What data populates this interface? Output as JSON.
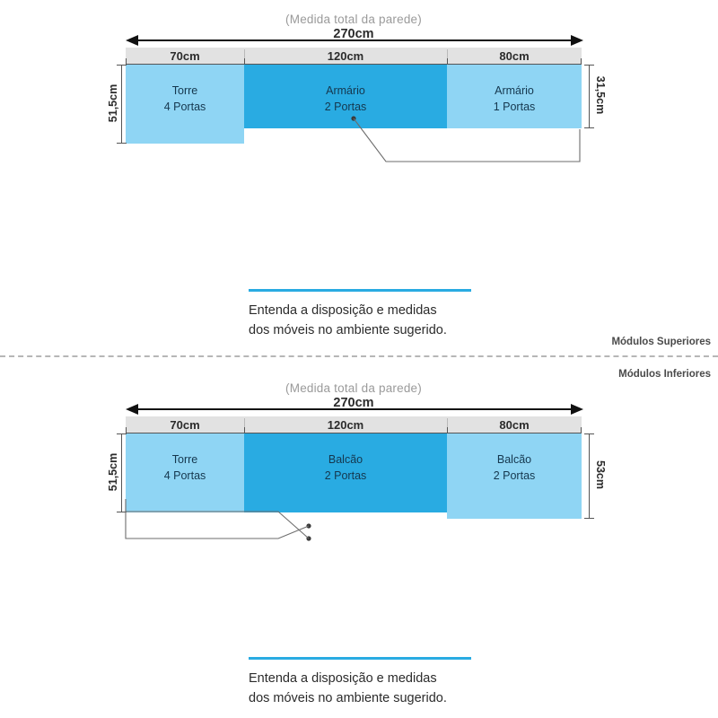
{
  "diagrams": [
    {
      "id": "upper",
      "wall_note": "(Medida total da parede)",
      "wall_total": "270cm",
      "segments": [
        {
          "label": "70cm"
        },
        {
          "label": "120cm"
        },
        {
          "label": "80cm"
        }
      ],
      "modules": [
        {
          "name": "Torre",
          "doors": "4 Portas"
        },
        {
          "name": "Armário",
          "doors": "2 Portas"
        },
        {
          "name": "Armário",
          "doors": "1 Portas"
        }
      ],
      "height_left": "51,5cm",
      "height_right": "31,5cm",
      "caption_lines": [
        "Entenda a disposição e medidas",
        "dos móveis no ambiente sugerido."
      ]
    },
    {
      "id": "lower",
      "wall_note": "(Medida total da parede)",
      "wall_total": "270cm",
      "segments": [
        {
          "label": "70cm"
        },
        {
          "label": "120cm"
        },
        {
          "label": "80cm"
        }
      ],
      "modules": [
        {
          "name": "Torre",
          "doors": "4 Portas"
        },
        {
          "name": "Balcão",
          "doors": "2 Portas"
        },
        {
          "name": "Balcão",
          "doors": "2 Portas"
        }
      ],
      "height_left": "51,5cm",
      "height_right": "53cm",
      "caption_lines": [
        "Entenda a disposição e medidas",
        "dos móveis no ambiente sugerido."
      ]
    }
  ],
  "side_labels": {
    "upper": "Módulos Superiores",
    "lower": "Módulos Inferiores"
  },
  "colors": {
    "module_light": "#8fd5f4",
    "module_mid": "#29abe2",
    "segment_bar": "#e2e2e2",
    "accent": "#29abe2",
    "text_dark": "#2b2b2b",
    "text_muted": "#9a9a9a",
    "module_text": "#15374e"
  }
}
